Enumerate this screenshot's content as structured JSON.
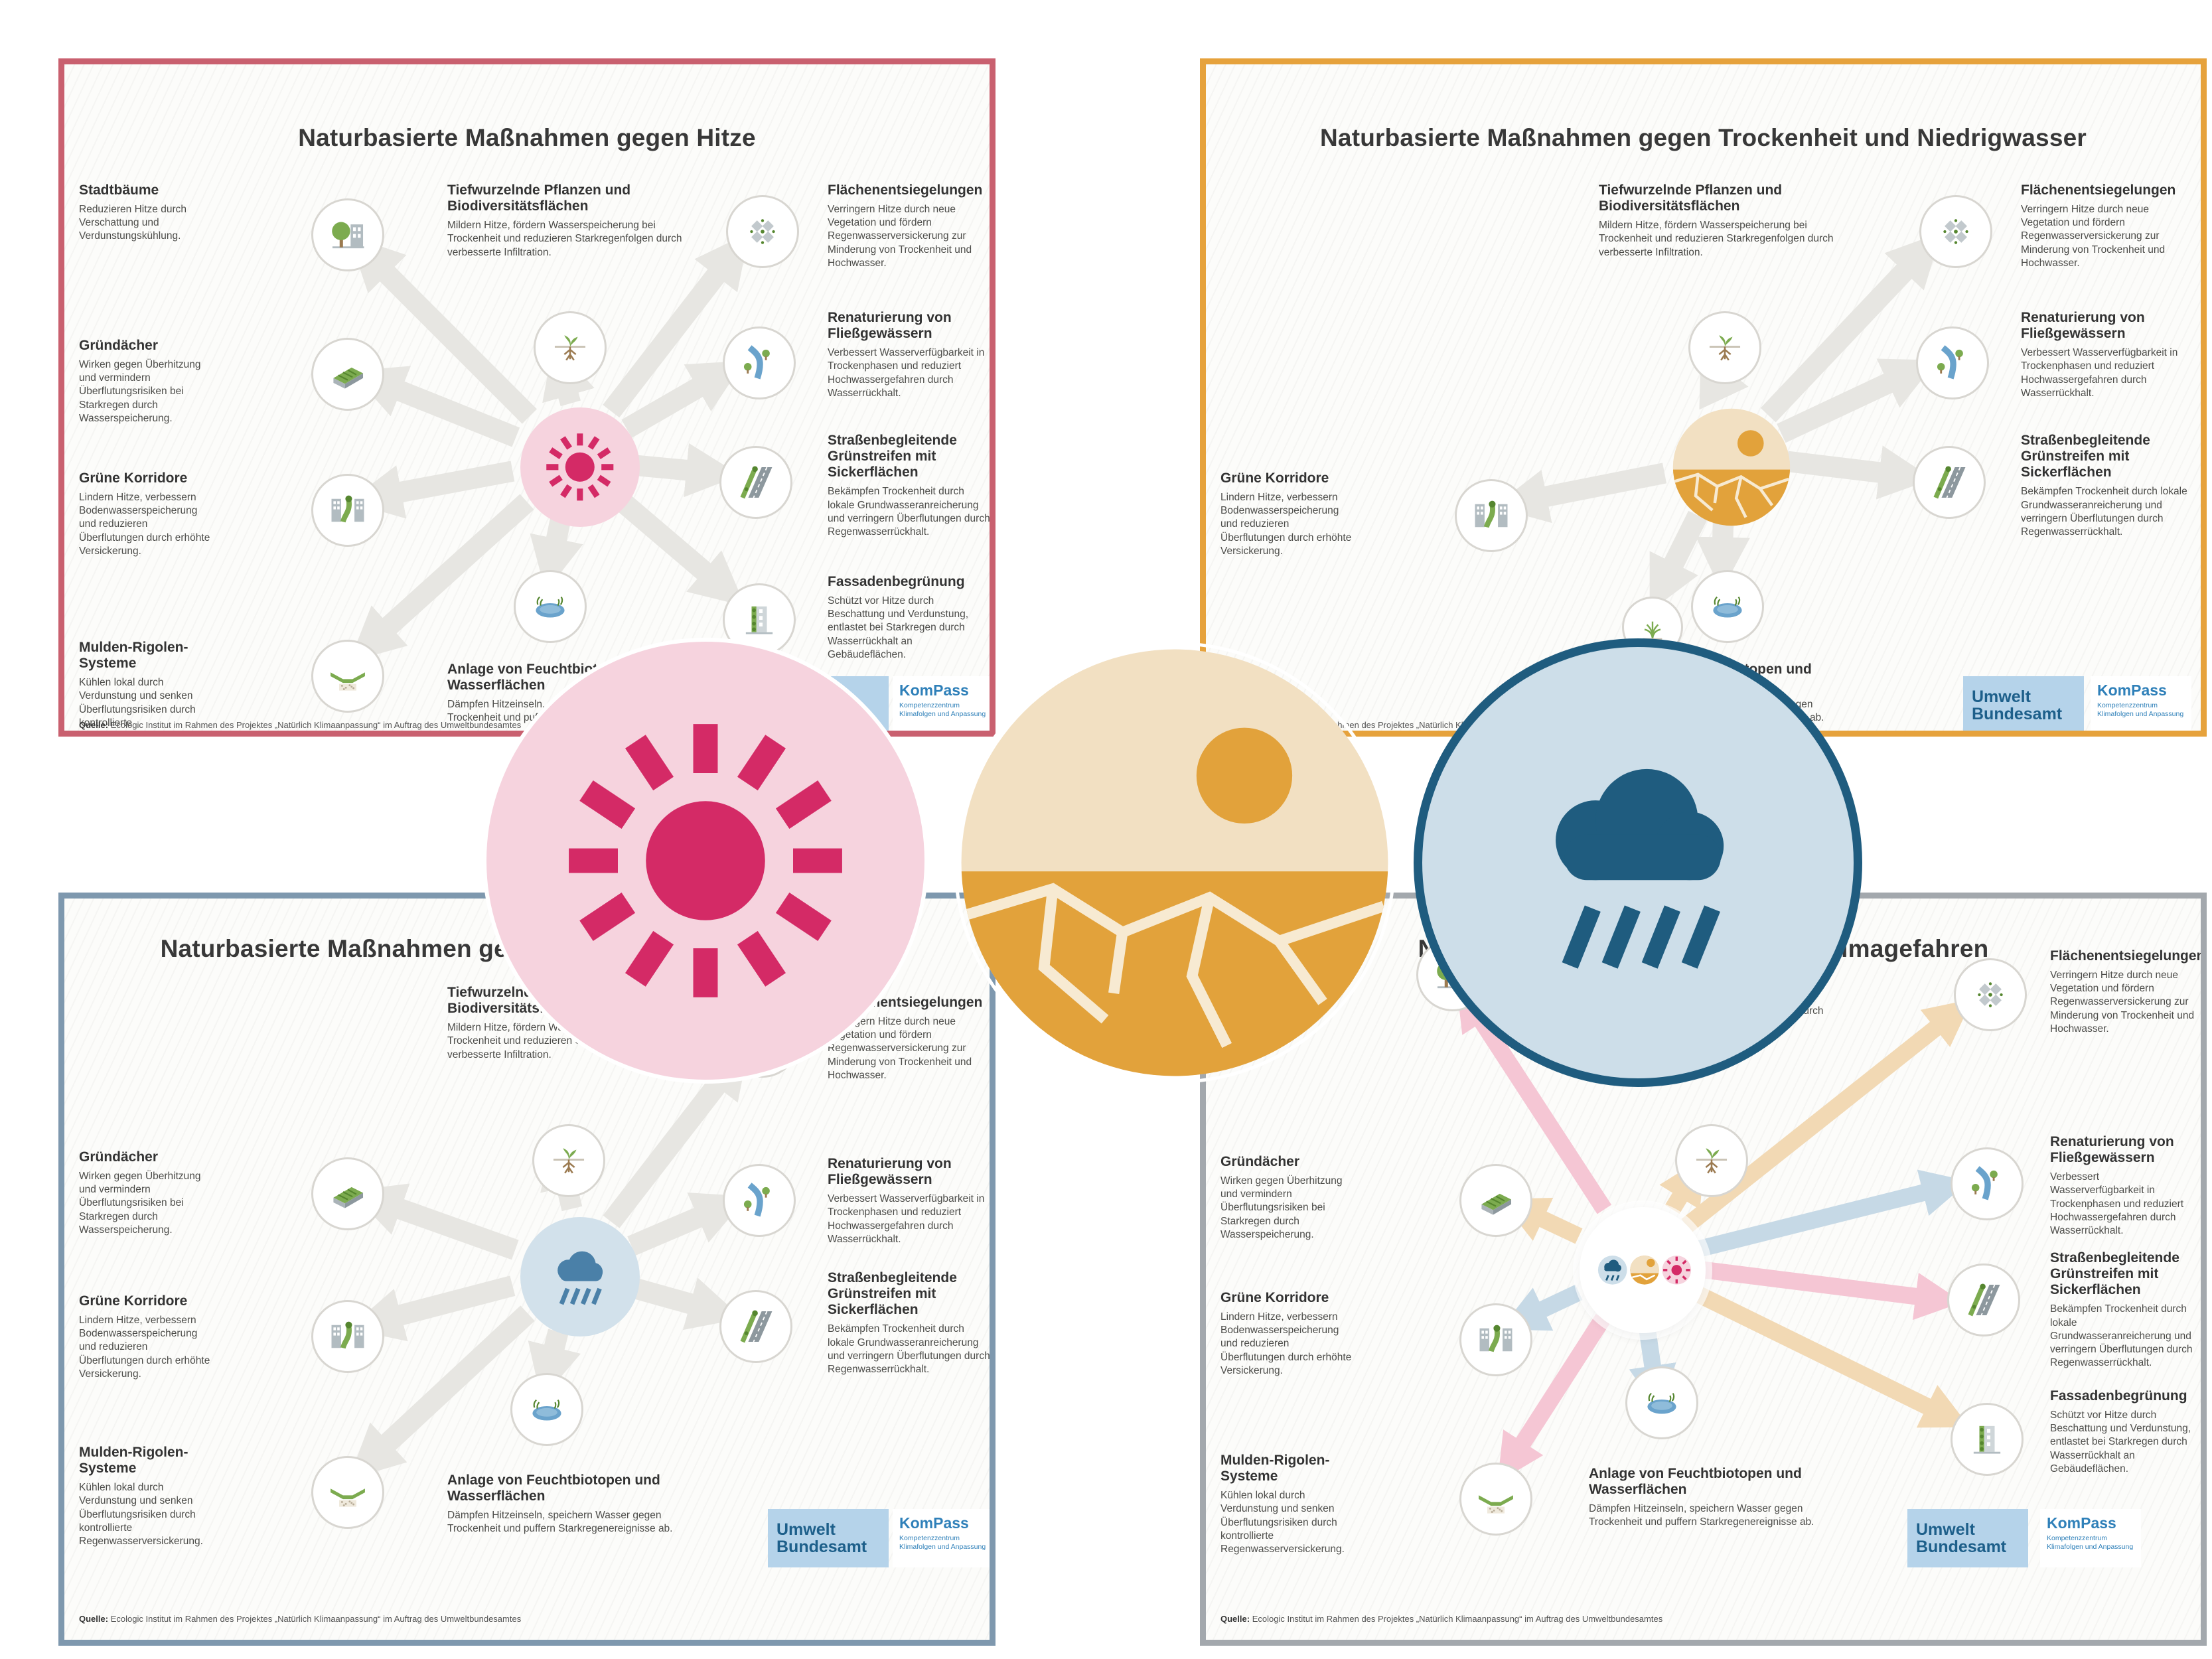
{
  "collage": {
    "posters": {
      "hitze": {
        "title": "Naturbasierte Maßnahmen gegen Hitze",
        "accent": "#c9606f",
        "hub_icon": "sun-icon"
      },
      "trockenheit": {
        "title": "Naturbasierte Maßnahmen gegen Trockenheit und Niedrigwasser",
        "accent": "#e6a23c",
        "hub_icon": "cracked-earth-icon"
      },
      "starkregen": {
        "title": "Naturbasierte Maßnahmen gegen Starkregen und Hochwasser",
        "accent": "#7e98ae",
        "hub_icon": "rain-cloud-icon"
      },
      "klimagefahren": {
        "title": "Naturbasierte Maßnahmen gegen Klimagefahren",
        "accent": "#a3a8ad",
        "hub_icon": "combined-hazards-icon"
      }
    },
    "overlay_icons": {
      "heat": "sun-icon",
      "drought": "cracked-earth-icon",
      "heavy_rain": "rain-cloud-icon"
    }
  },
  "measures": {
    "stadtbaeume": {
      "title": "Stadtbäume",
      "text": "Reduzieren Hitze durch Verschattung und Verdunstungskühlung.",
      "icon": "tree-building-icon"
    },
    "gruendaecher": {
      "title": "Gründächer",
      "text": "Wirken gegen Überhitzung und vermindern Überflutungsrisiken bei Starkregen durch Wasserspeicherung.",
      "icon": "green-roof-icon"
    },
    "gruene_korridore": {
      "title": "Grüne Korridore",
      "text": "Lindern Hitze, verbessern Bodenwasserspeicherung und reduzieren Überflutungen durch erhöhte Versickerung.",
      "icon": "green-corridor-icon"
    },
    "mulden_rigolen": {
      "title": "Mulden-Rigolen-Systeme",
      "text": "Kühlen lokal durch Verdunstung und senken Überflutungsrisiken durch kontrollierte Regenwasserversickerung.",
      "icon": "swale-system-icon"
    },
    "tiefwurzelnde": {
      "title": "Tiefwurzelnde Pflanzen und Biodiversitätsflächen",
      "text": "Mildern Hitze, fördern Wasserspeicherung bei Trockenheit und reduzieren Starkregenfolgen durch verbesserte Infiltration.",
      "icon": "deep-root-plant-icon"
    },
    "flaechenentsiegelungen": {
      "title": "Flächenentsiegelungen",
      "text": "Verringern Hitze durch neue Vegetation und fördern Regenwasserversickerung zur Minderung von Trockenheit und Hochwasser.",
      "icon": "unsealing-icon"
    },
    "renaturierung": {
      "title": "Renaturierung von Fließgewässern",
      "text": "Verbessert Wasserverfügbarkeit in Trockenphasen und reduziert Hochwassergefahren durch Wasserrückhalt.",
      "icon": "river-icon"
    },
    "gruenstreifen": {
      "title": "Straßenbegleitende Grünstreifen mit Sickerflächen",
      "text": "Bekämpfen Trockenheit durch lokale Grundwasseranreicherung und verringern Überflutungen durch Regenwasserrückhalt.",
      "icon": "road-green-strip-icon"
    },
    "fassadenbegruenung": {
      "title": "Fassadenbegrünung",
      "text": "Schützt vor Hitze durch Beschattung und Verdunstung, entlastet bei Starkregen durch Wasserrückhalt an Gebäudeflächen.",
      "icon": "green-facade-icon"
    },
    "feuchtbiotope": {
      "title": "Anlage von Feuchtbiotopen und Wasserflächen",
      "text": "Dämpfen Hitzeinseln, speichern Wasser gegen Trockenheit und puffern Starkregenereignisse ab.",
      "icon": "pond-icon"
    }
  },
  "footer": {
    "source_label": "Quelle:",
    "source_text": "Ecologic Institut im Rahmen des Projektes „Natürlich Klimaanpassung“ im Auftrag des Umweltbundesamtes"
  },
  "logos": {
    "uba_line1": "Umwelt",
    "uba_line2": "Bundesamt",
    "kompass_title": "KomPass",
    "kompass_sub1": "Kompetenzzentrum",
    "kompass_sub2": "Klimafolgen und Anpassung"
  }
}
